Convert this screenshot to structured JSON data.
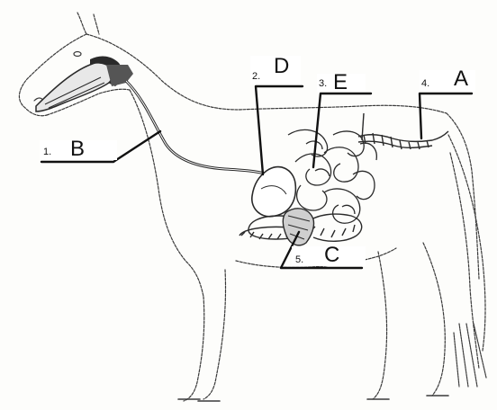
{
  "labels": [
    {
      "id": "label-1",
      "number": "1.",
      "letter": "B"
    },
    {
      "id": "label-2",
      "number": "2.",
      "letter": "D"
    },
    {
      "id": "label-3",
      "number": "3.",
      "letter": "E"
    },
    {
      "id": "label-4",
      "number": "4.",
      "letter": "A"
    },
    {
      "id": "label-5",
      "number": "5.",
      "letter": "C"
    }
  ],
  "colors": {
    "line": "#111111",
    "sketch": "#3a3a3a",
    "organ": "#2a2a2a",
    "background": "#fdfdfb"
  }
}
